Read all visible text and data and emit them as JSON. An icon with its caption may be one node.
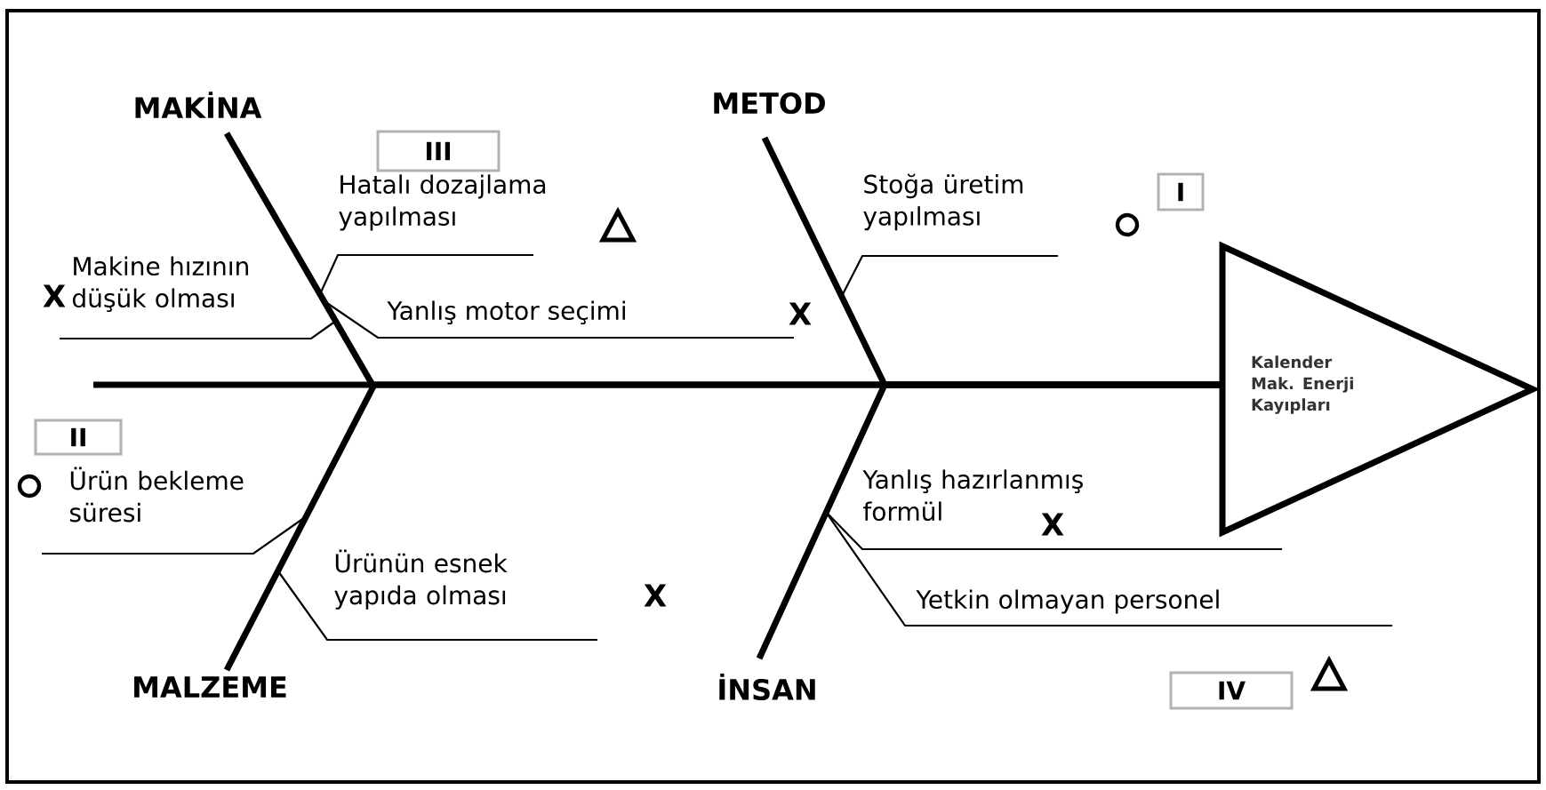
{
  "diagram": {
    "nodes": [
      {
        "text": [
          "MAKİNA"
        ]
      },
      {
        "text": [
          "METOD"
        ]
      },
      {
        "text": [
          "MALZEME"
        ]
      },
      {
        "text": [
          "İNSAN"
        ]
      },
      {
        "text": [
          "Kalender Mak. Enerji Kayıpları"
        ]
      },
      {
        "text": [
          "Hatalı dozajlama yapılması"
        ]
      },
      {
        "text": [
          "Makine hızının düşük olması"
        ]
      },
      {
        "text": [
          "Yanlış motor seçimi"
        ]
      },
      {
        "text": [
          "Stoğa üretim yapılması"
        ]
      },
      {
        "text": [
          "Ürün bekleme süresi"
        ]
      },
      {
        "text": [
          "Ürünün esnek yapıda olması"
        ]
      },
      {
        "text": [
          "Yanlış hazırlanmış formül"
        ]
      },
      {
        "text": [
          "Yetkin olmayan personel"
        ]
      },
      {
        "text": [
          "III"
        ]
      },
      {
        "text": [
          "I"
        ]
      },
      {
        "text": [
          "II"
        ]
      },
      {
        "text": [
          "IV"
        ]
      }
    ],
    "edges": [
      {
        "from": 0,
        "to": 4,
        "arrow": "none",
        "style": "thick"
      },
      {
        "from": 1,
        "to": 4,
        "arrow": "none",
        "style": "thick"
      },
      {
        "from": 2,
        "to": 4,
        "arrow": "none",
        "style": "thick"
      },
      {
        "from": 3,
        "to": 4,
        "arrow": "none",
        "style": "thick"
      },
      {
        "from": 5,
        "to": null,
        "arrow": "none"
      },
      {
        "from": 6,
        "to": null,
        "arrow": "none"
      },
      {
        "from": 7,
        "to": null,
        "arrow": "none"
      },
      {
        "from": 8,
        "to": null,
        "arrow": "none"
      },
      {
        "from": 9,
        "to": null,
        "arrow": "none"
      },
      {
        "from": 10,
        "to": null,
        "arrow": "none"
      },
      {
        "from": 11,
        "to": null,
        "arrow": "none"
      },
      {
        "from": 12,
        "to": null,
        "arrow": "none"
      }
    ],
    "labels": [
      "X",
      "X",
      "X",
      "X"
    ]
  }
}
